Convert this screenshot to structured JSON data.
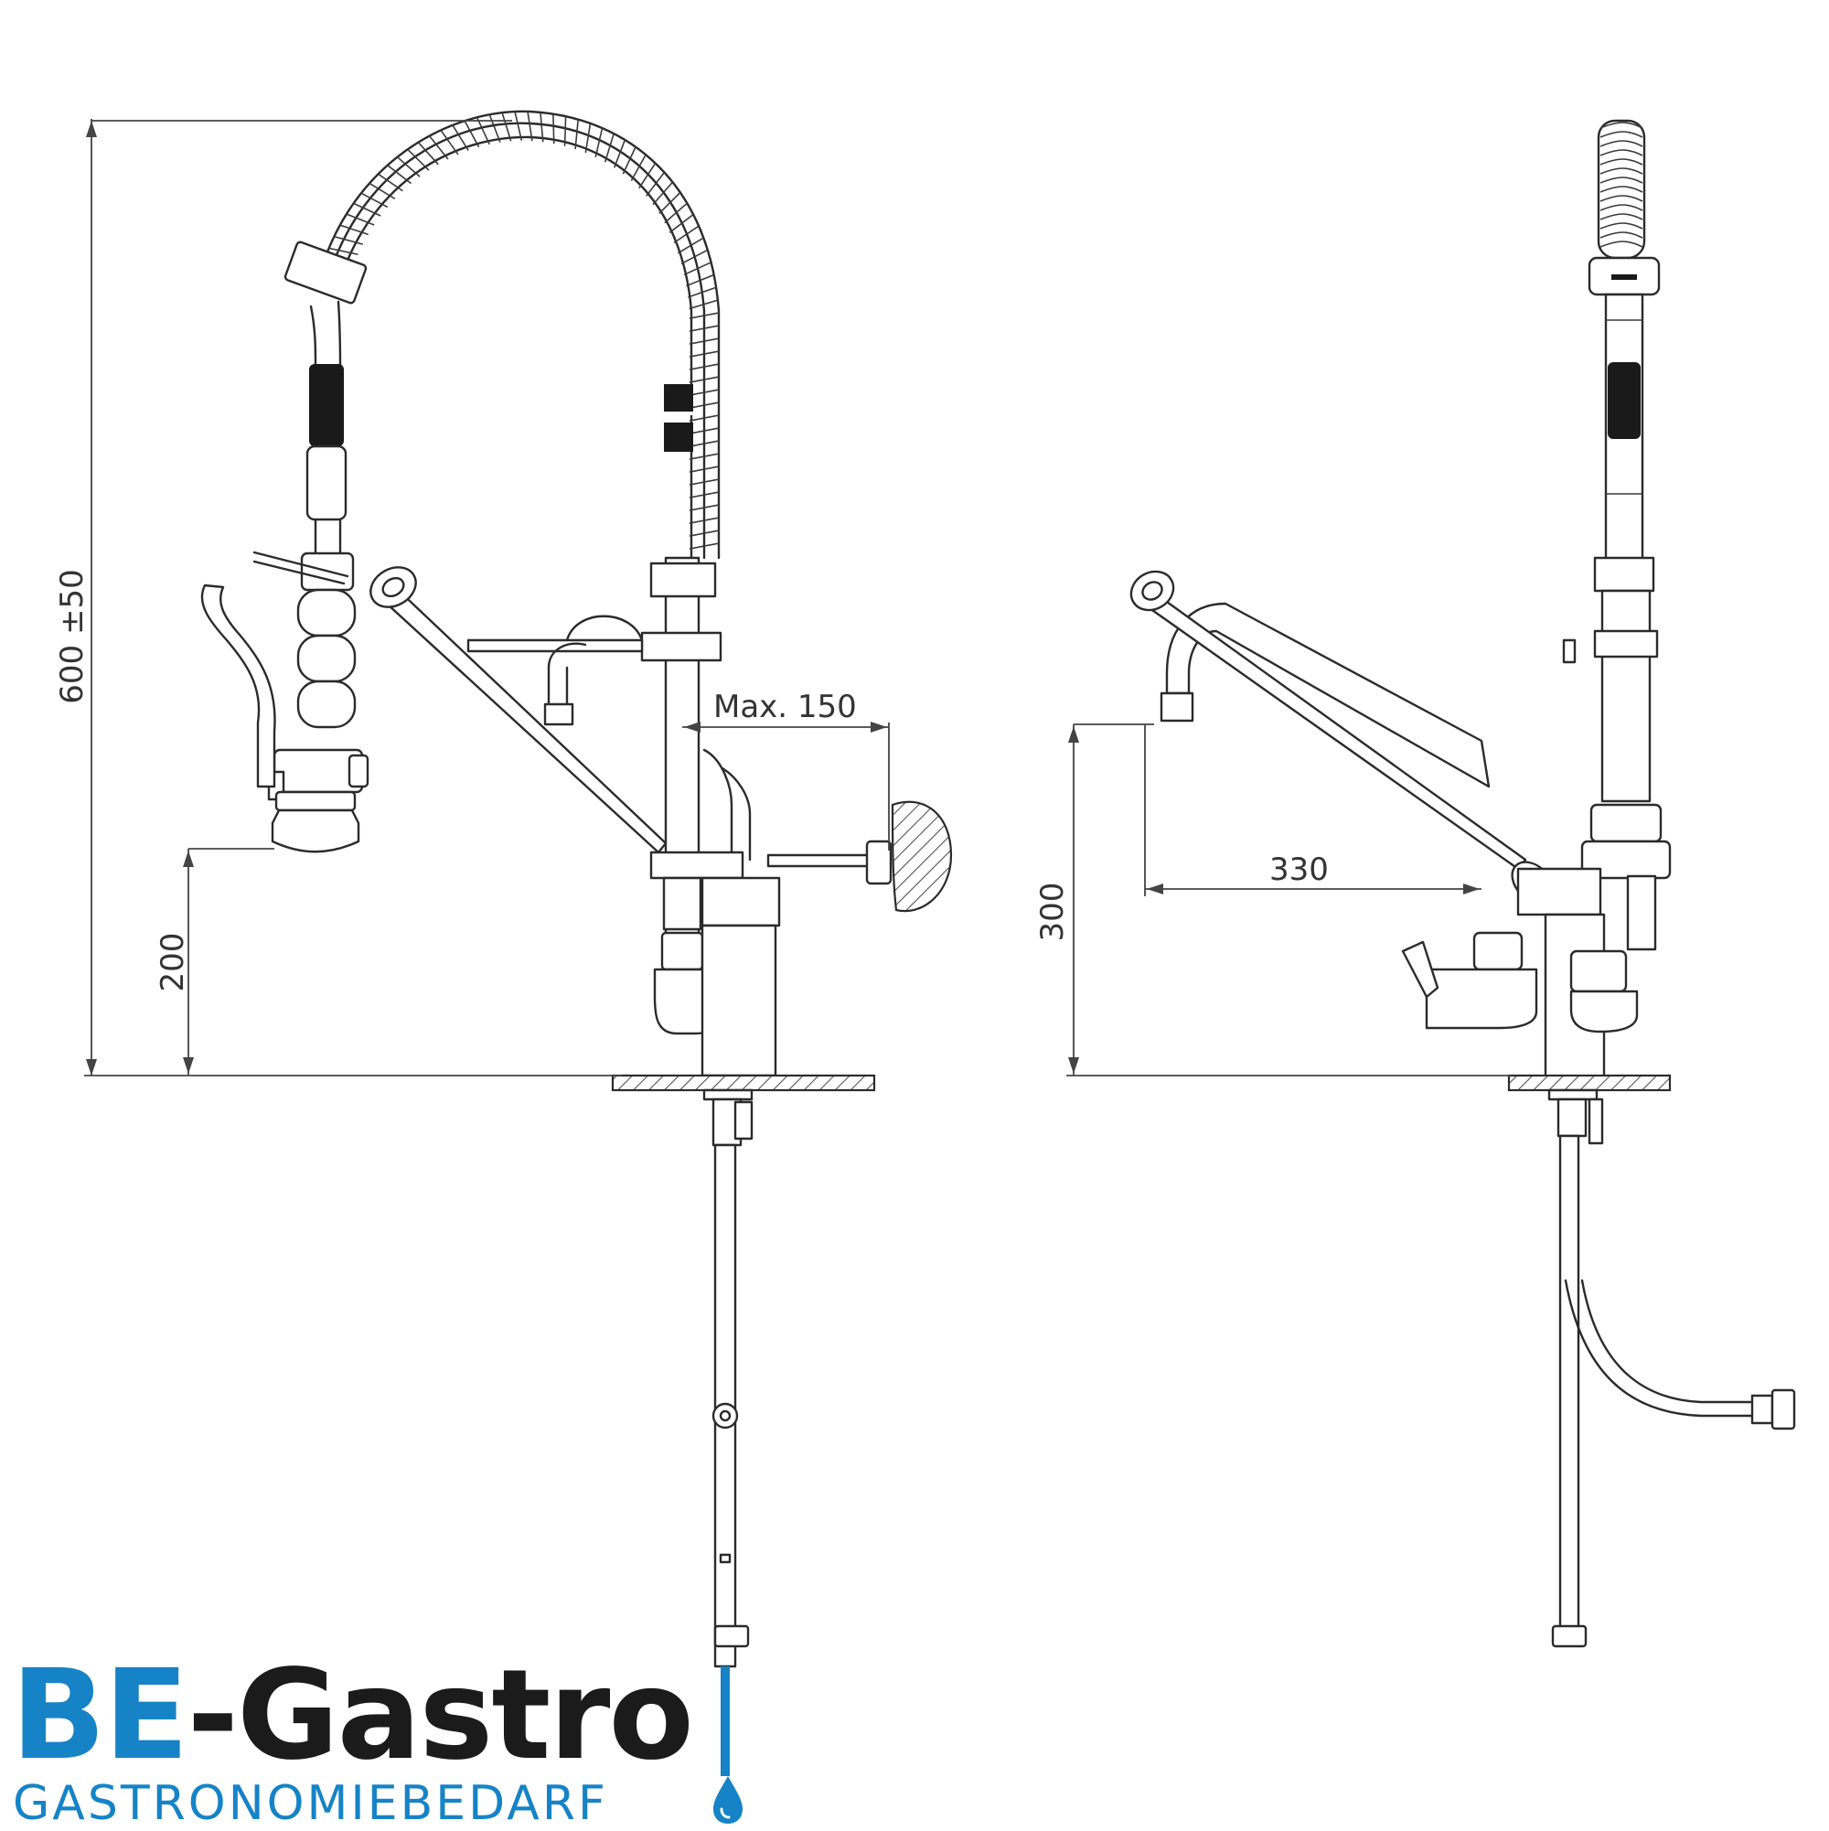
{
  "dimensions": {
    "total_height": "600 ±50",
    "head_height": "200",
    "reach": "Max. 150",
    "spout_reach": "330",
    "spout_height": "300"
  },
  "brand": {
    "name_accent": "BE",
    "name_rest": "-Gastro",
    "tagline": "GASTRONOMIEBEDARF",
    "accent_color": "#1683c6",
    "text_color": "#1b1b1b",
    "icon": "water-drop-icon"
  }
}
